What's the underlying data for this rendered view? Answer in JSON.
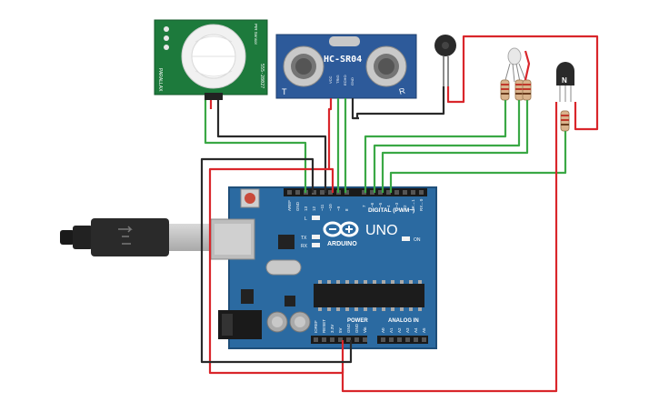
{
  "ultrasonic": {
    "model": "HC-SR04",
    "left_mark": "T",
    "right_mark": "R",
    "pins": [
      "VCC",
      "TRIG",
      "ECHO",
      "GND"
    ]
  },
  "pir": {
    "model": "555-28027",
    "brand": "PARALLAX",
    "side_text": "PIR Sensor"
  },
  "transistor": {
    "label": "N"
  },
  "arduino": {
    "brand": "ARDUINO",
    "model": "UNO",
    "digital_label": "DIGITAL (PWM~)",
    "power_label": "POWER",
    "analog_label": "ANALOG IN",
    "on_label": "ON",
    "led_labels": [
      "L",
      "TX",
      "RX"
    ],
    "top_header_labels": [
      "AREF",
      "GND",
      "13",
      "12",
      "~11",
      "~10",
      "~9",
      "8",
      "7",
      "~6",
      "~5",
      "4",
      "~3",
      "2",
      "TX→1",
      "RX←0"
    ],
    "power_header_labels": [
      "IOREF",
      "RESET",
      "3.3V",
      "5V",
      "GND",
      "GND",
      "Vin"
    ],
    "analog_header_labels": [
      "A0",
      "A1",
      "A2",
      "A3",
      "A4",
      "A5"
    ]
  },
  "colors": {
    "board": "#2b6aa1",
    "board_dark": "#1f4f7a",
    "wire_red": "#d9262b",
    "wire_green": "#3aa845",
    "wire_black": "#2a2a2a",
    "pir_board": "#1d7a3c",
    "sonar_board": "#2d5a9a"
  }
}
